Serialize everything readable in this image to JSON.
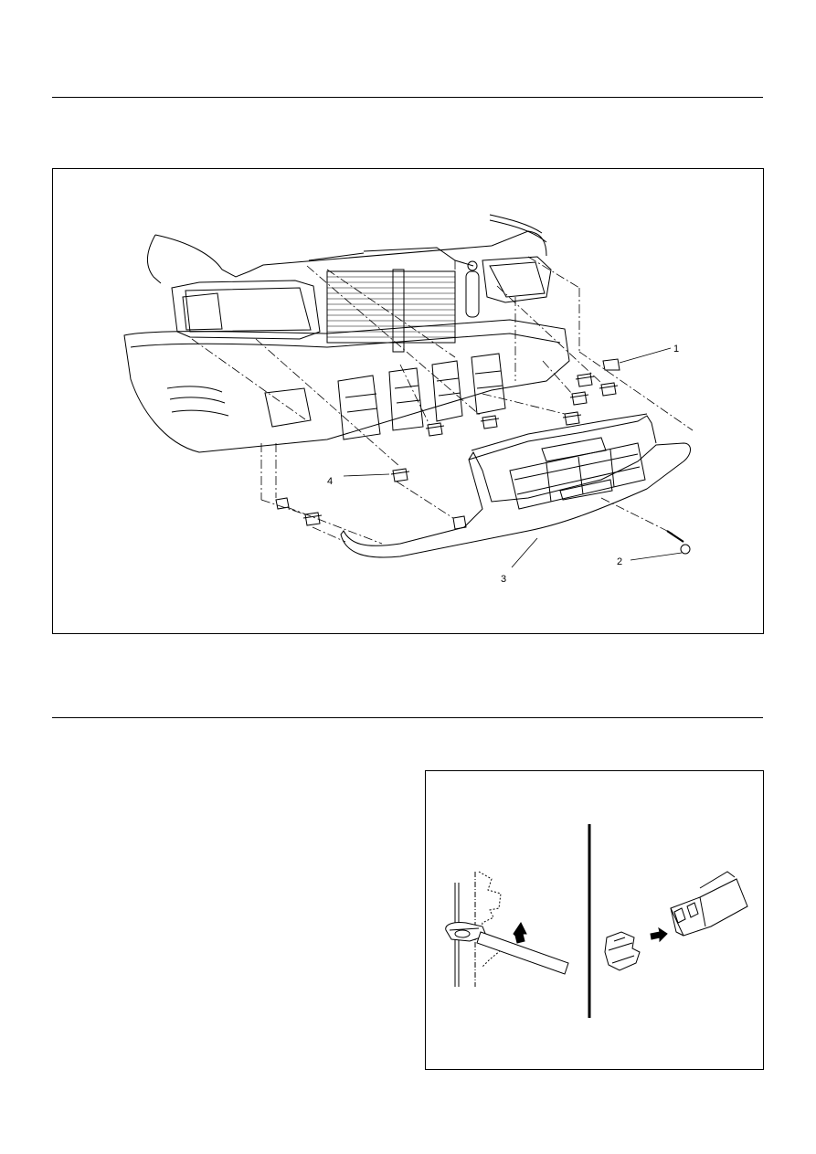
{
  "figure1": {
    "callouts": [
      {
        "id": "1",
        "label": "1"
      },
      {
        "id": "2",
        "label": "2"
      },
      {
        "id": "3",
        "label": "3"
      },
      {
        "id": "4",
        "label": "4"
      }
    ]
  },
  "figure2": {}
}
